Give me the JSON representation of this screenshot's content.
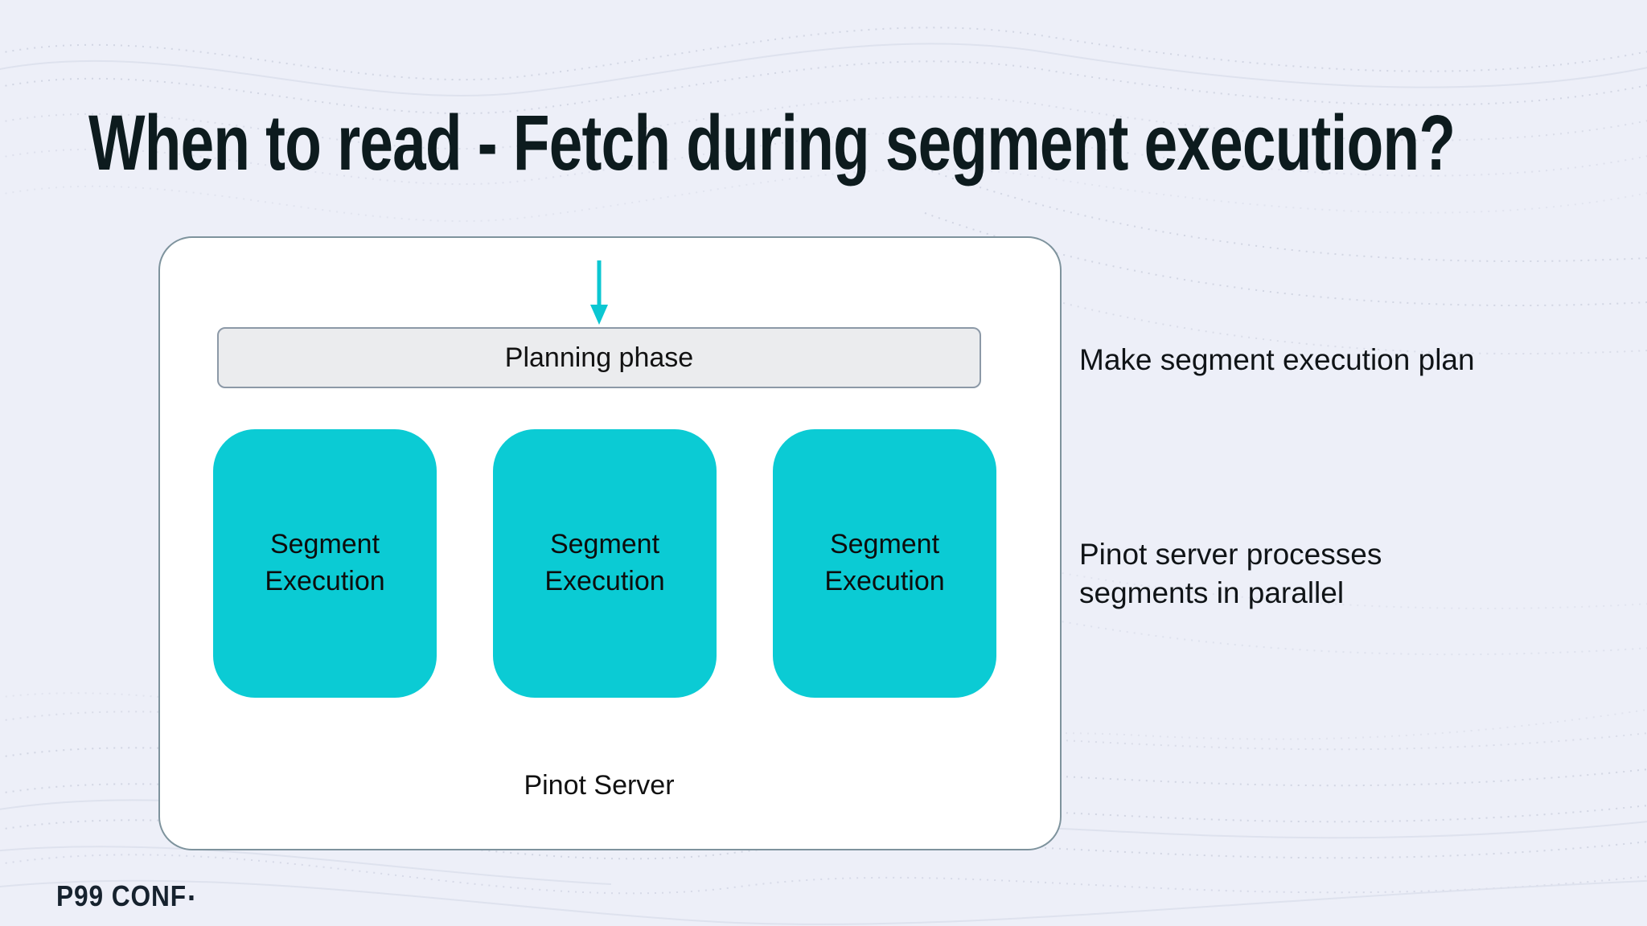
{
  "slide": {
    "title": "When to read - Fetch during segment execution?",
    "logo_text": "P99 CONF"
  },
  "diagram": {
    "server_label": "Pinot Server",
    "planning_phase_label": "Planning phase",
    "segment_boxes": [
      {
        "label": "Segment Execution"
      },
      {
        "label": "Segment Execution"
      },
      {
        "label": "Segment Execution"
      }
    ],
    "arrow": "down-arrow-into-planning-phase"
  },
  "annotations": {
    "planning_note": "Make segment execution plan",
    "parallel_note": "Pinot server processes segments in parallel"
  },
  "colors": {
    "background": "#edeff8",
    "wave_lines": "#b6bccf",
    "accent_cyan": "#0bcbd4",
    "container_border": "#7e939d",
    "planning_box_fill": "#ebecee",
    "planning_box_border": "#8c99a7",
    "title_text": "#0d1b1e",
    "body_text": "#101417"
  }
}
